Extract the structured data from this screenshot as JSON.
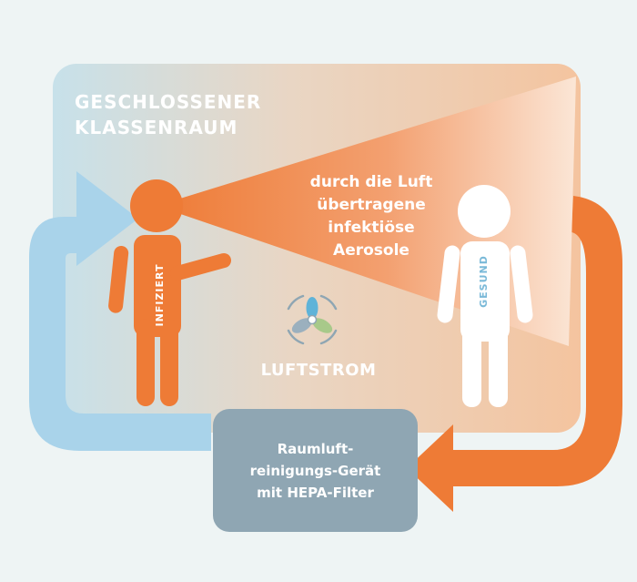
{
  "room": {
    "title_line1": "GESCHLOSSENER",
    "title_line2": "KLASSENRAUM"
  },
  "aerosol": {
    "line1": "durch die Luft",
    "line2": "übertragene",
    "line3": "infektiöse",
    "line4": "Aerosole"
  },
  "infected_person": {
    "label": "INFIZIERT"
  },
  "healthy_person": {
    "label": "GESUND"
  },
  "airflow": {
    "label": "LUFTSTROM",
    "icon": "fan-icon"
  },
  "purifier": {
    "line1": "Raumluft-",
    "line2": "reinigungs-Gerät",
    "line3": "mit HEPA-Filter"
  },
  "colors": {
    "orange": "#ee7b36",
    "blue": "#a9d3ea",
    "purifier_box": "#8fa6b3",
    "background": "#eef4f4"
  }
}
